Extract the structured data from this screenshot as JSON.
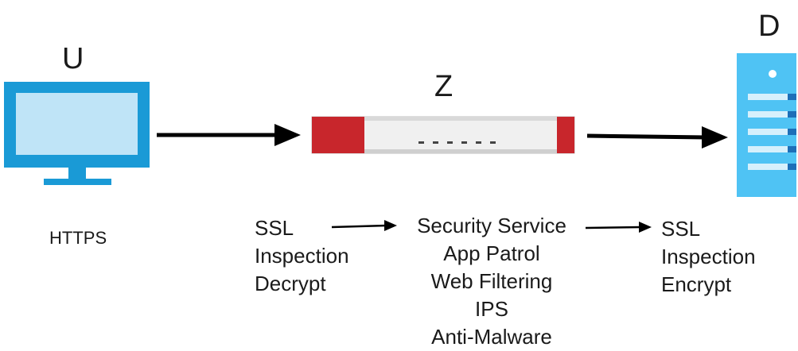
{
  "nodes": {
    "user": {
      "letter": "U",
      "icon": "monitor-icon",
      "protocol": "HTTPS"
    },
    "zywall": {
      "letter": "Z",
      "icon": "firewall-appliance-icon"
    },
    "destination": {
      "letter": "D",
      "icon": "server-icon"
    }
  },
  "steps": {
    "decrypt": [
      "SSL",
      "Inspection",
      "Decrypt"
    ],
    "services": [
      "Security Service",
      "App Patrol",
      "Web Filtering",
      "IPS",
      "Anti-Malware"
    ],
    "encrypt": [
      "SSL",
      "Inspection",
      "Encrypt"
    ]
  },
  "colors": {
    "monitor": "#1a9ad6",
    "screen": "#bfe4f7",
    "firewall_red": "#c8262c",
    "firewall_body": "#f0f0f0",
    "server": "#4fc3f4",
    "arrow": "#000000"
  }
}
